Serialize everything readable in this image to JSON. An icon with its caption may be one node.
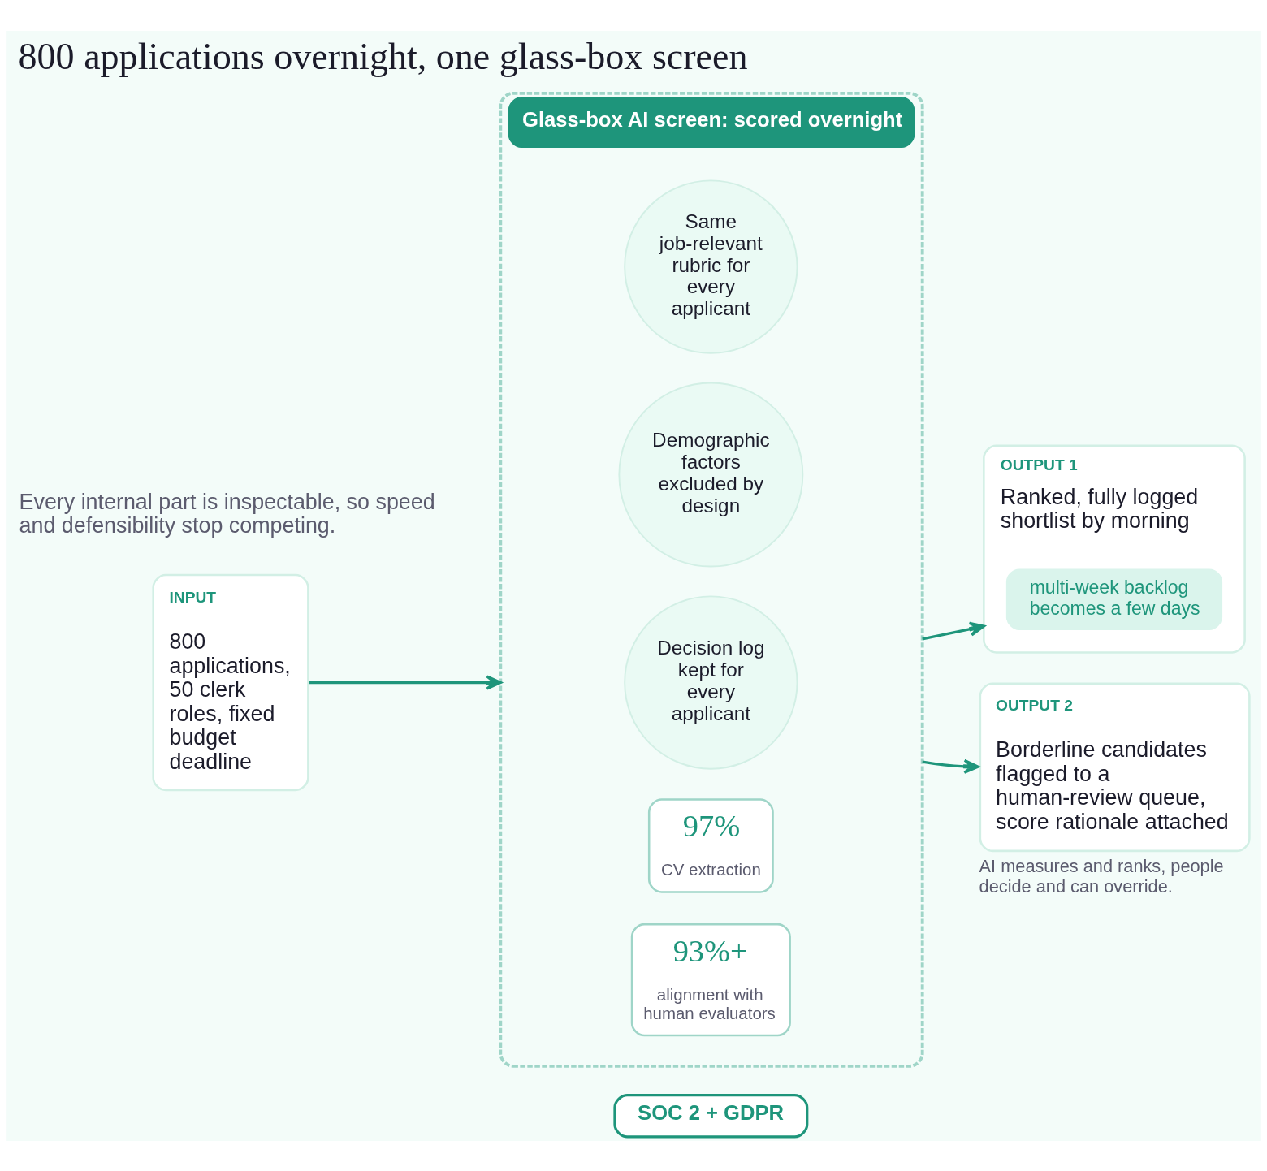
{
  "diagram": {
    "title": "800 applications overnight, one glass-box screen",
    "nodes": [
      {
        "text": [
          "INPUT",
          "800 applications, 50 clerk roles, fixed budget deadline"
        ]
      },
      {
        "text": [
          "Glass-box AI screen: scored overnight"
        ]
      },
      {
        "text": [
          "Same job-relevant rubric for every applicant"
        ],
        "in": 1
      },
      {
        "text": [
          "Demographic factors excluded by design"
        ],
        "in": 1
      },
      {
        "text": [
          "Decision log kept for every applicant"
        ],
        "in": 1
      },
      {
        "text": [
          "97%",
          "CV extraction"
        ],
        "in": 1
      },
      {
        "text": [
          "93%+",
          "alignment with human evaluators"
        ],
        "in": 1
      },
      {
        "text": [
          "SOC 2 + GDPR"
        ]
      },
      {
        "text": [
          "OUTPUT 1",
          "Ranked, fully logged shortlist by morning"
        ]
      },
      {
        "text": [
          "multi-week backlog becomes a few days"
        ],
        "in": 8
      },
      {
        "text": [
          "OUTPUT 2",
          "Borderline candidates flagged to a human-review queue, score rationale attached"
        ],
        "beside": [
          "AI measures and ranks, people decide and can override."
        ]
      }
    ],
    "edges": [
      {
        "from": 0,
        "to": 1,
        "arrow": "to"
      },
      {
        "from": 1,
        "to": 8,
        "arrow": "to"
      },
      {
        "from": 1,
        "to": 10,
        "arrow": "to"
      }
    ],
    "labels": [
      "Every internal part is inspectable, so speed and defensibility stop competing."
    ]
  }
}
